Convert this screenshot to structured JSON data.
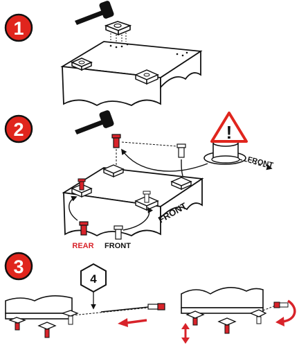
{
  "steps": [
    {
      "number": "1"
    },
    {
      "number": "2"
    },
    {
      "number": "3"
    }
  ],
  "step2": {
    "warning_symbol": "!",
    "front_arrow_label": "FRONT",
    "panel_front_label": "FRONT",
    "rear_label": "REAR",
    "front_label": "FRONT"
  },
  "step3": {
    "hex_key_size": "4"
  },
  "colors": {
    "step_badge_red": "#e0251d",
    "highlight_red": "#d8232a",
    "line_black": "#111111",
    "fill_white": "#ffffff",
    "warning_red": "#e0251d"
  },
  "icons": [
    "mallet-icon",
    "warning-triangle-icon",
    "hex-key-icon",
    "rotate-arrow-icon",
    "push-arrow-icon",
    "height-adjust-arrow-icon"
  ]
}
